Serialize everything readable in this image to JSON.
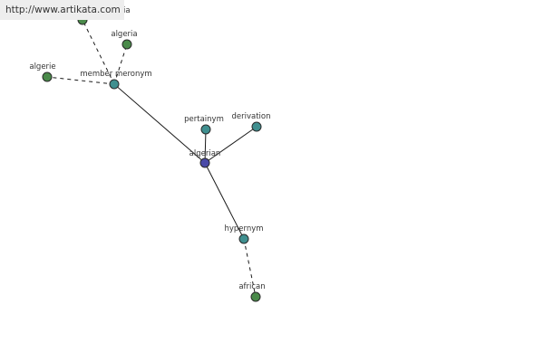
{
  "watermark": "http://www.artikata.com",
  "colors": {
    "central_node": "#4a4aa8",
    "relation_node": "#3f8f8f",
    "leaf_node": "#4a8a4a",
    "edge": "#1a1a1a"
  },
  "nodes": {
    "algerian": {
      "label": "algerian",
      "kind": "central"
    },
    "member_meronym": {
      "label": "member meronym",
      "kind": "relation"
    },
    "pertainym": {
      "label": "pertainym",
      "kind": "relation"
    },
    "derivation": {
      "label": "derivation",
      "kind": "relation"
    },
    "hypernym": {
      "label": "hypernym",
      "kind": "relation"
    },
    "algeria_top": {
      "label": "algeria",
      "kind": "leaf"
    },
    "algeria": {
      "label": "algeria",
      "kind": "leaf"
    },
    "algerie": {
      "label": "algerie",
      "kind": "leaf"
    },
    "african": {
      "label": "african",
      "kind": "leaf"
    }
  },
  "edges": [
    {
      "from": "algerian",
      "to": "member_meronym",
      "style": "solid"
    },
    {
      "from": "algerian",
      "to": "pertainym",
      "style": "solid"
    },
    {
      "from": "algerian",
      "to": "derivation",
      "style": "solid"
    },
    {
      "from": "algerian",
      "to": "hypernym",
      "style": "solid"
    },
    {
      "from": "member_meronym",
      "to": "algeria_top",
      "style": "dashed"
    },
    {
      "from": "member_meronym",
      "to": "algeria",
      "style": "dashed"
    },
    {
      "from": "member_meronym",
      "to": "algerie",
      "style": "dashed"
    },
    {
      "from": "hypernym",
      "to": "african",
      "style": "dashed"
    }
  ]
}
